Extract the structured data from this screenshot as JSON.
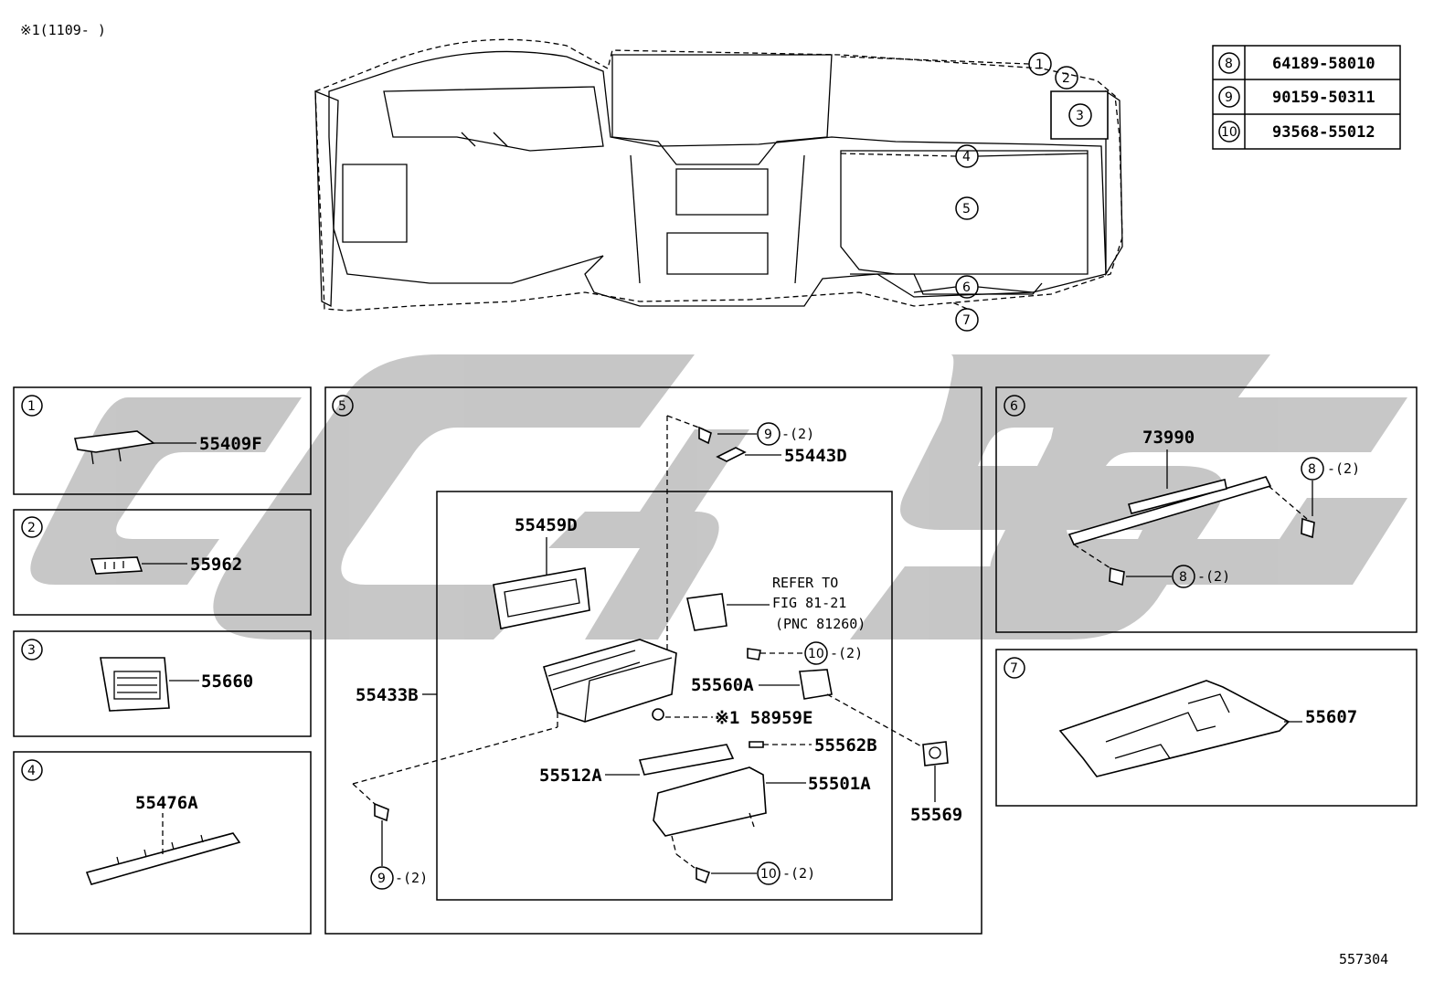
{
  "header_note": "※1(1109-    )",
  "figure_number": "557304",
  "watermark_text": "CMS",
  "callouts": [
    "1",
    "2",
    "3",
    "4",
    "5",
    "6",
    "7",
    "8",
    "9",
    "10"
  ],
  "qty_2": "-(2)",
  "fastener_table": [
    {
      "ref": "8",
      "part": "64189-58010"
    },
    {
      "ref": "9",
      "part": "90159-50311"
    },
    {
      "ref": "10",
      "part": "93568-55012"
    }
  ],
  "panel1": {
    "part": "55409F"
  },
  "panel2": {
    "part": "55962"
  },
  "panel3": {
    "part": "55660"
  },
  "panel4": {
    "part": "55476A"
  },
  "panel5": {
    "parts": {
      "p55443D": "55443D",
      "p55459D": "55459D",
      "p55433B": "55433B",
      "p55560A": "55560A",
      "p58959E": "※1 58959E",
      "p55562B": "55562B",
      "p55512A": "55512A",
      "p55501A": "55501A",
      "p55569": "55569"
    },
    "refer": {
      "line1": "REFER TO",
      "line2": "FIG 81-21",
      "line3": "(PNC 81260)"
    }
  },
  "panel6": {
    "part": "73990"
  },
  "panel7": {
    "part": "55607"
  }
}
